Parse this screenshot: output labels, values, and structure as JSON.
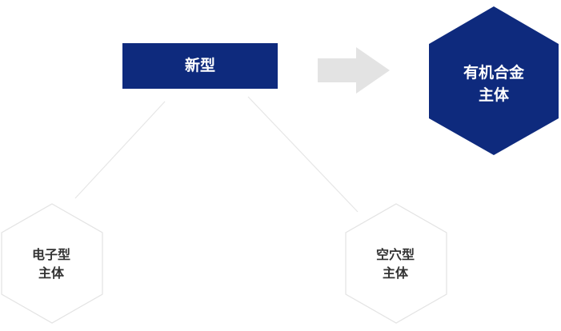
{
  "diagram": {
    "top_box": {
      "label": "新型",
      "color": "#0e2a7d"
    },
    "result_hex": {
      "line1": "有机合金",
      "line2": "主体",
      "color": "#0e2a7d"
    },
    "left_hex": {
      "line1": "电子型",
      "line2": "主体"
    },
    "right_hex": {
      "line1": "空穴型",
      "line2": "主体"
    },
    "colors": {
      "arrow": "#e3e3e3",
      "connector": "#e6e6e6",
      "hex_outline": "#e3e3e3",
      "dark_text": "#333333"
    }
  }
}
